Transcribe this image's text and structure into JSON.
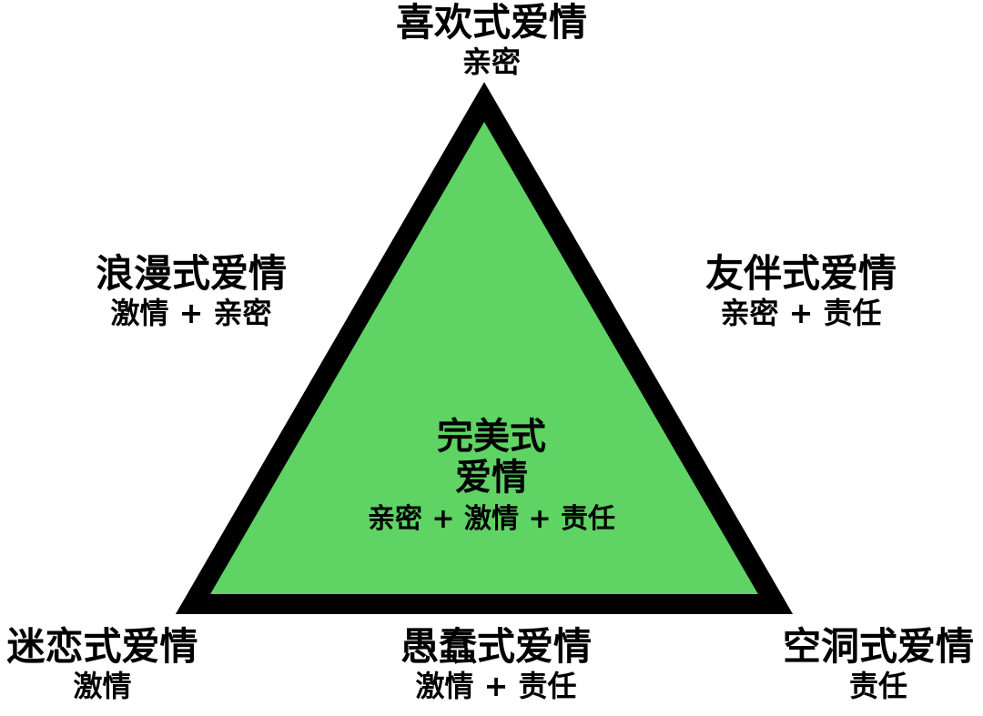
{
  "colors": {
    "triangle_fill": "#5fd364",
    "triangle_stroke": "#000000",
    "text": "#000000"
  },
  "top": {
    "title": "喜欢式爱情",
    "sub": "亲密"
  },
  "left": {
    "title": "浪漫式爱情",
    "sub": "激情 + 亲密"
  },
  "right": {
    "title": "友伴式爱情",
    "sub": "亲密 + 责任"
  },
  "center": {
    "title_line1": "完美式",
    "title_line2": "爱情",
    "sub": "亲密 + 激情 + 责任"
  },
  "bottom_left": {
    "title": "迷恋式爱情",
    "sub": "激情"
  },
  "bottom_middle": {
    "title": "愚蠢式爱情",
    "sub": "激情 + 责任"
  },
  "bottom_right": {
    "title": "空洞式爱情",
    "sub": "责任"
  }
}
